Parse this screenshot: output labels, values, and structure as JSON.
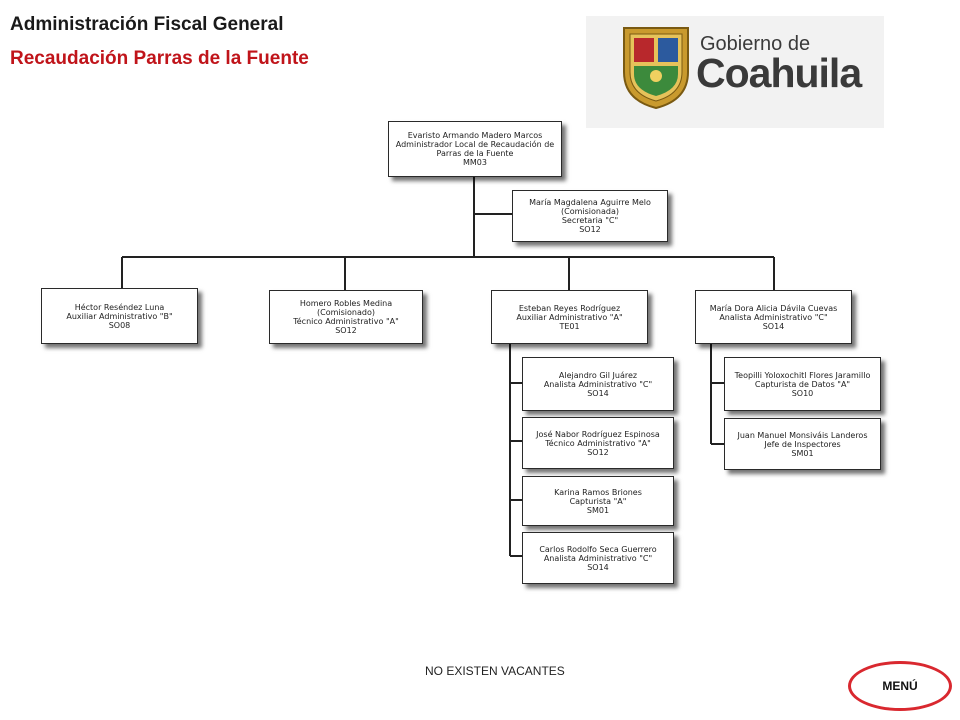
{
  "header": {
    "title": "Administración Fiscal General",
    "subtitle": "Recaudación Parras de la Fuente"
  },
  "logo": {
    "line1": "Gobierno de",
    "line2": "Coahuila"
  },
  "org": {
    "root": {
      "name": "Evaristo Armando Madero Marcos",
      "role": "Administrador  Local de Recaudación de Parras de la Fuente",
      "code": "MM03"
    },
    "assistant": {
      "name": "María Magdalena Aguirre Melo",
      "note": "(Comisionada)",
      "role": "Secretaria \"C\"",
      "code": "SO12"
    },
    "branches": [
      {
        "name": "Héctor Reséndez Luna",
        "role": "Auxiliar Administrativo \"B\"",
        "code": "SO08"
      },
      {
        "name": "Homero Robles Medina",
        "note": "(Comisionado)",
        "role": "Técnico Administrativo \"A\"",
        "code": "SO12"
      },
      {
        "name": "Esteban Reyes Rodríguez",
        "role": "Auxiliar Administrativo \"A\"",
        "code": "TE01",
        "children": [
          {
            "name": "Alejandro Gil Juárez",
            "role": "Analista Administrativo \"C\"",
            "code": "SO14"
          },
          {
            "name": "José Nabor Rodríguez Espinosa",
            "role": "Técnico Administrativo \"A\"",
            "code": "SO12"
          },
          {
            "name": "Karina Ramos Briones",
            "role": "Capturista \"A\"",
            "code": "SM01"
          },
          {
            "name": "Carlos Rodolfo Seca Guerrero",
            "role": "Analista Administrativo \"C\"",
            "code": "SO14"
          }
        ]
      },
      {
        "name": "María Dora Alicia Dávila Cuevas",
        "role": "Analista Administrativo \"C\"",
        "code": "SO14",
        "children": [
          {
            "name": "Teopilli Yoloxochitl Flores Jaramillo",
            "role": "Capturista de Datos \"A\"",
            "code": "SO10"
          },
          {
            "name": "Juan Manuel Monsiváis Landeros",
            "role": "Jefe de Inspectores",
            "code": "SM01"
          }
        ]
      }
    ]
  },
  "footer": {
    "vacancies": "NO EXISTEN VACANTES",
    "menu": "MENÚ"
  },
  "colors": {
    "accent": "#c0141a",
    "menu_border": "#d9282f"
  }
}
